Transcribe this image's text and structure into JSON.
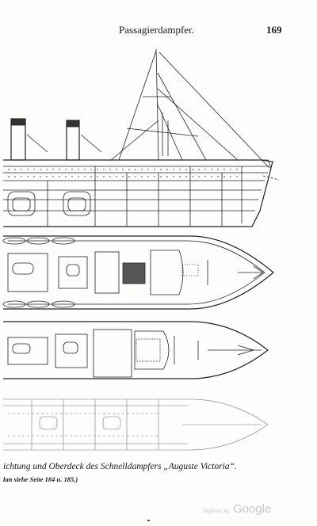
{
  "header": {
    "title": "Passagierdampfer.",
    "page_number": "169"
  },
  "caption": {
    "main": "ichtung und Oberdeck des Schnelldampfers „Auguste Victoria“.",
    "note": "lan siehe Seite 184 u. 185.)"
  },
  "watermark": {
    "prefix": "Digitized by",
    "brand": "Google"
  }
}
